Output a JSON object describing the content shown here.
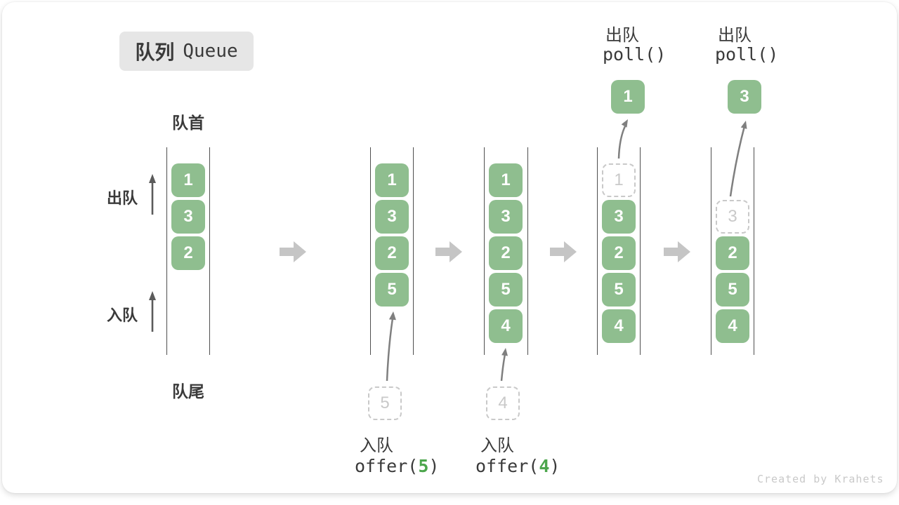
{
  "title": {
    "zh": "队列",
    "en": "Queue"
  },
  "side_labels": {
    "front": "队首",
    "rear": "队尾",
    "dequeue": "出队",
    "enqueue": "入队"
  },
  "queues": [
    {
      "name": "queue-initial",
      "cells": [
        {
          "value": "1"
        },
        {
          "value": "3"
        },
        {
          "value": "2"
        }
      ]
    },
    {
      "name": "queue-after-offer-5",
      "cells": [
        {
          "value": "1"
        },
        {
          "value": "3"
        },
        {
          "value": "2"
        },
        {
          "value": "5"
        }
      ]
    },
    {
      "name": "queue-after-offer-4",
      "cells": [
        {
          "value": "1"
        },
        {
          "value": "3"
        },
        {
          "value": "2"
        },
        {
          "value": "5"
        },
        {
          "value": "4"
        }
      ]
    },
    {
      "name": "queue-after-poll-1",
      "cells": [
        {
          "value": "1",
          "dashed": true
        },
        {
          "value": "3"
        },
        {
          "value": "2"
        },
        {
          "value": "5"
        },
        {
          "value": "4"
        }
      ]
    },
    {
      "name": "queue-after-poll-3",
      "cells": [
        {
          "value": "3",
          "dashed": true
        },
        {
          "value": "2"
        },
        {
          "value": "5"
        },
        {
          "value": "4"
        }
      ]
    }
  ],
  "operations": {
    "offer5": {
      "label": "入队",
      "fn": "offer(",
      "arg": "5",
      "close": ")",
      "pending_value": "5"
    },
    "offer4": {
      "label": "入队",
      "fn": "offer(",
      "arg": "4",
      "close": ")",
      "pending_value": "4"
    },
    "poll1": {
      "label": "出队",
      "code": "poll()",
      "removed_value": "1"
    },
    "poll3": {
      "label": "出队",
      "code": "poll()",
      "removed_value": "3"
    }
  },
  "watermark": "Created by Krahets",
  "colors": {
    "box_green": "#8FBE8F",
    "code_green": "#4CA64C",
    "text_dark": "#3A3A3A",
    "line_dark": "#4F4F4F",
    "dashed_gray": "#C9C9C9",
    "arrow_gray": "#C5C5C5",
    "thin_arrow_gray": "#7F7F7F",
    "dir_arrow_gray": "#5B5B5B",
    "title_bg": "#E6E6E6",
    "watermark_gray": "#C9C9C9"
  }
}
